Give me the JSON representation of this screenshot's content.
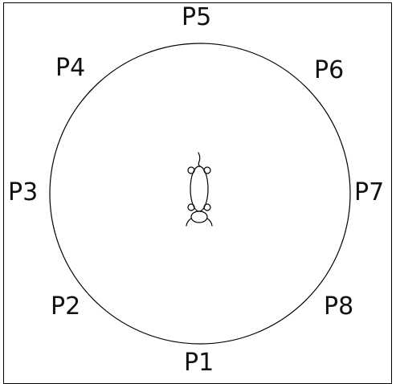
{
  "arena": {
    "labels": {
      "p1": "P1",
      "p2": "P2",
      "p3": "P3",
      "p4": "P4",
      "p5": "P5",
      "p6": "P6",
      "p7": "P7",
      "p8": "P8"
    }
  },
  "colors": {
    "stroke": "#000000",
    "text": "#111111",
    "background": "#ffffff"
  },
  "icons": {
    "animal": "rat-top-view-icon"
  }
}
